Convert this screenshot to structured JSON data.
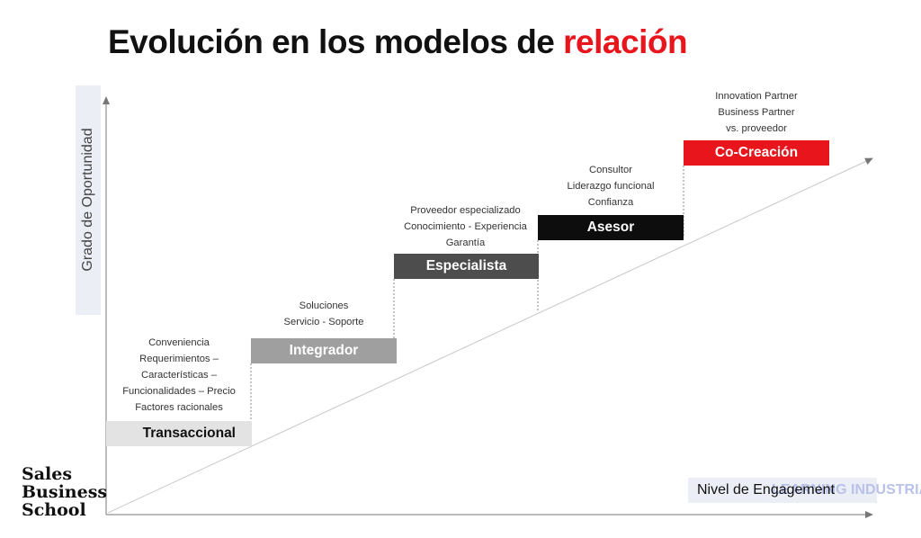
{
  "title": {
    "main": "Evolución en los modelos de ",
    "accent": "relación"
  },
  "y_axis_label": "Grado de Oportunidad",
  "x_axis_label": "Nivel de Engagement",
  "watermark": "LEARNING INDUSTRIAL",
  "logo": {
    "line1": "Sales",
    "line2": "Business",
    "line3": "School"
  },
  "steps": [
    {
      "label": "Transaccional",
      "lines": [
        "Conveniencia",
        "Requerimientos –",
        "Características –",
        "Funcionalidades – Precio",
        "Factores racionales"
      ]
    },
    {
      "label": "Integrador",
      "lines": [
        "Soluciones",
        "Servicio - Soporte"
      ]
    },
    {
      "label": "Especialista",
      "lines": [
        "Proveedor especializado",
        "Conocimiento - Experiencia",
        "Garantía"
      ]
    },
    {
      "label": "Asesor",
      "lines": [
        "Consultor",
        "Liderazgo funcional",
        "Confianza"
      ]
    },
    {
      "label": "Co-Creación",
      "lines": [
        "Innovation Partner",
        "Business Partner",
        "vs. proveedor"
      ]
    }
  ],
  "colors": {
    "accent": "#e8151c",
    "step_fills": [
      "#e3e3e3",
      "#9f9f9f",
      "#4d4d4d",
      "#0d0d0d",
      "#e8151c"
    ]
  }
}
